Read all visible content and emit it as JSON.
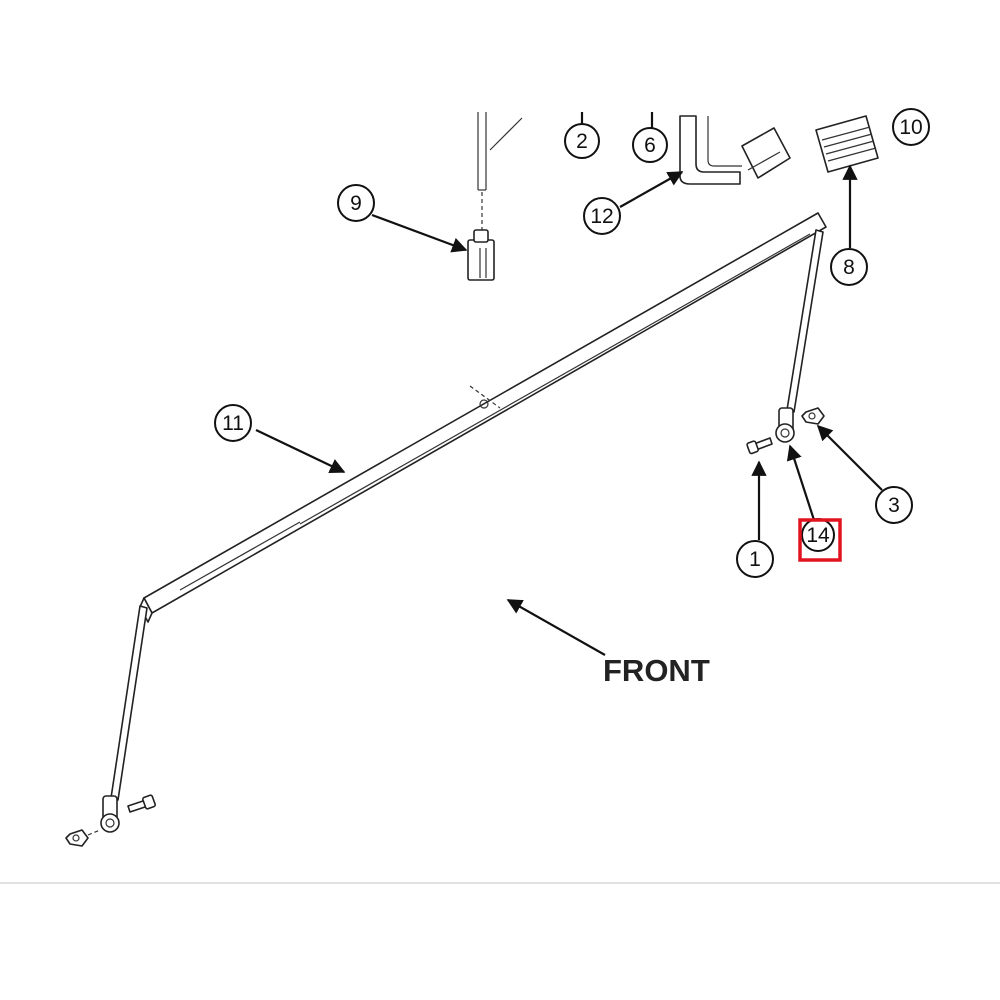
{
  "diagram": {
    "front_label": "FRONT",
    "highlight_color": "#e0141e",
    "callouts": {
      "c1": "1",
      "c2": "2",
      "c3": "3",
      "c6": "6",
      "c8": "8",
      "c9": "9",
      "c10": "10",
      "c11": "11",
      "c12": "12",
      "c14": "14"
    }
  }
}
